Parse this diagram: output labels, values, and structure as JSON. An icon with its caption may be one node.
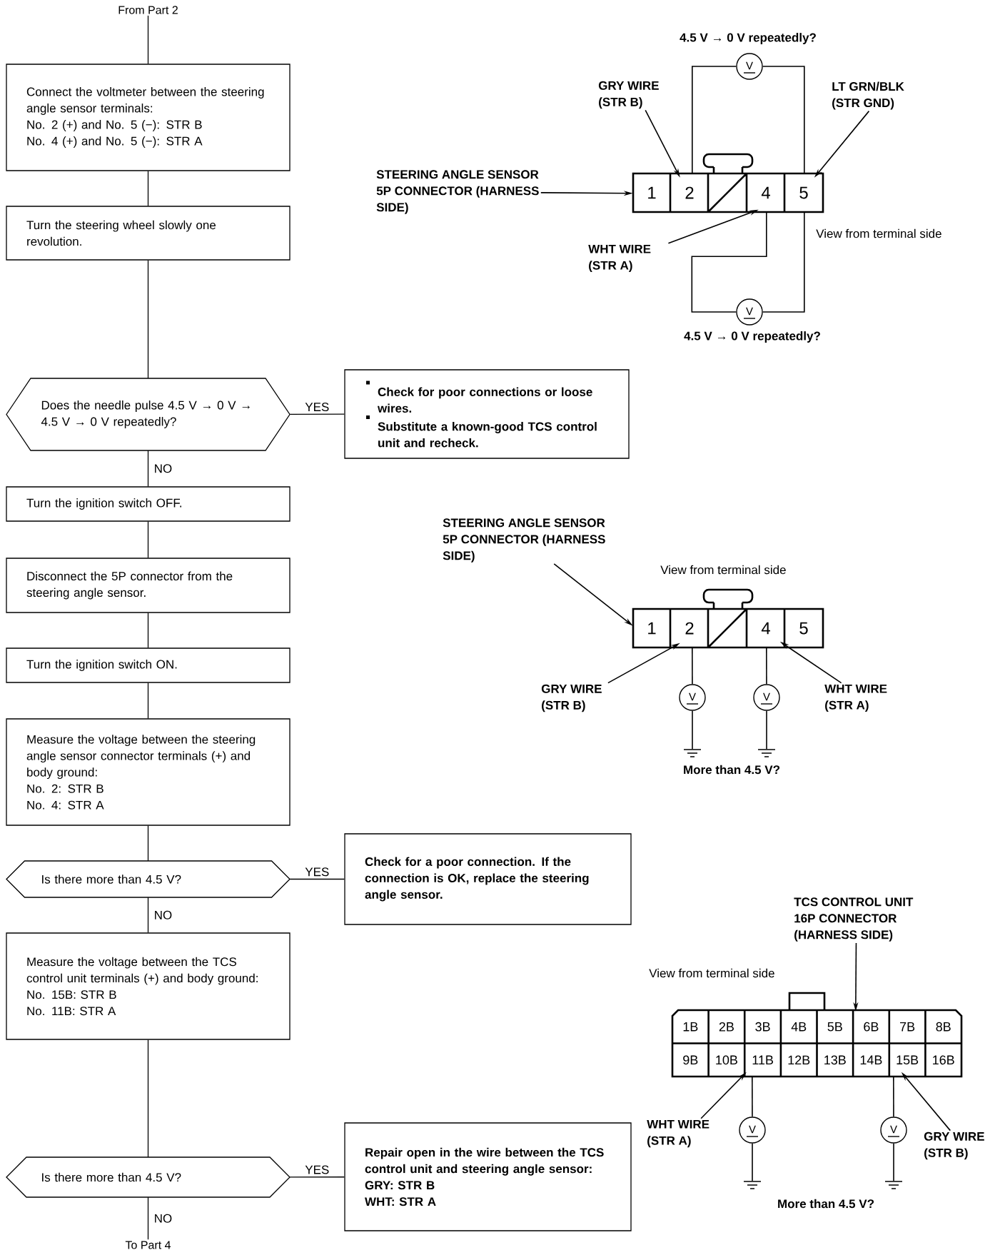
{
  "diagram": {
    "nodes": [
      {
        "text": [
          "From Part 2"
        ]
      },
      {
        "text": [
          "Connect the voltmeter between the steering angle sensor terminals:",
          "No. 2 (+) and No. 5 (−): STR B",
          "No. 4 (+) and No. 5 (−): STR A"
        ]
      },
      {
        "text": [
          "Turn the steering wheel slowly one revolution."
        ]
      },
      {
        "text": [
          "Does the needle pulse 4.5 V → 0 V → 4.5 V → 0 V repeatedly?"
        ]
      },
      {
        "text": [
          "Check for poor connections or loose wires.",
          "Substitute a known-good TCS control unit and recheck."
        ]
      },
      {
        "text": [
          "Turn the ignition switch OFF."
        ]
      },
      {
        "text": [
          "Disconnect the 5P connector from the steering angle sensor."
        ]
      },
      {
        "text": [
          "Turn the ignition switch ON."
        ]
      },
      {
        "text": [
          "Measure the voltage between the steering angle sensor connector terminals (+) and body ground:",
          "No. 2: STR B",
          "No. 4: STR A"
        ]
      },
      {
        "text": [
          "Is there more than 4.5 V?"
        ]
      },
      {
        "text": [
          "Check for a poor connection. If the connection is OK, replace the steering angle sensor."
        ]
      },
      {
        "text": [
          "Measure the voltage between the TCS control unit terminals (+) and body ground:",
          "No. 15B: STR B",
          "No. 11B: STR A"
        ]
      },
      {
        "text": [
          "Is there more than 4.5 V?"
        ]
      },
      {
        "text": [
          "Repair open in the wire between the TCS control unit and steering angle sensor:",
          "GRY: STR B",
          "WHT: STR A"
        ]
      },
      {
        "text": [
          "To Part 4"
        ]
      },
      {
        "text": [
          "GRY WIRE (STR B)"
        ]
      },
      {
        "text": [
          "LT GRN/BLK (STR GND)"
        ]
      },
      {
        "text": [
          "STEERING ANGLE SENSOR 5P CONNECTOR (HARNESS SIDE)"
        ]
      },
      {
        "text": [
          "WHT WIRE (STR A)"
        ]
      },
      {
        "text": [
          "STEERING ANGLE SENSOR 5P CONNECTOR (HARNESS SIDE)"
        ]
      },
      {
        "text": [
          "GRY WIRE (STR B)"
        ]
      },
      {
        "text": [
          "WHT WIRE (STR A)"
        ]
      },
      {
        "text": [
          "TCS CONTROL UNIT 16P CONNECTOR (HARNESS SIDE)"
        ]
      },
      {
        "text": [
          "WHT WIRE (STR A)"
        ]
      },
      {
        "text": [
          "GRY WIRE (STR B)"
        ]
      },
      {
        "text": [
          "1",
          "2",
          "4",
          "5"
        ]
      },
      {
        "text": [
          "V"
        ]
      },
      {
        "text": [
          "V"
        ]
      },
      {
        "text": [
          "1",
          "2",
          "4",
          "5"
        ]
      },
      {
        "text": [
          "V"
        ]
      },
      {
        "text": [
          "V"
        ]
      },
      {
        "text": [],
        "shape": "ground"
      },
      {
        "text": [],
        "shape": "ground"
      },
      {
        "text": [
          "1B",
          "2B",
          "3B",
          "4B",
          "5B",
          "6B",
          "7B",
          "8B",
          "9B",
          "10B",
          "11B",
          "12B",
          "13B",
          "14B",
          "15B",
          "16B"
        ]
      },
      {
        "text": [
          "V"
        ]
      },
      {
        "text": [
          "V"
        ]
      },
      {
        "text": [],
        "shape": "ground"
      },
      {
        "text": [],
        "shape": "ground"
      }
    ],
    "edges": [
      {
        "from": 0,
        "to": 1,
        "arrow": "none"
      },
      {
        "from": 1,
        "to": 2,
        "arrow": "none"
      },
      {
        "from": 2,
        "to": 3,
        "arrow": "none"
      },
      {
        "from": 3,
        "to": 4,
        "arrow": "none",
        "label": "YES"
      },
      {
        "from": 3,
        "to": 5,
        "arrow": "none",
        "label": "NO"
      },
      {
        "from": 5,
        "to": 6,
        "arrow": "none"
      },
      {
        "from": 6,
        "to": 7,
        "arrow": "none"
      },
      {
        "from": 7,
        "to": 8,
        "arrow": "none"
      },
      {
        "from": 8,
        "to": 9,
        "arrow": "none"
      },
      {
        "from": 9,
        "to": 10,
        "arrow": "none",
        "label": "YES"
      },
      {
        "from": 9,
        "to": 11,
        "arrow": "none",
        "label": "NO"
      },
      {
        "from": 11,
        "to": 12,
        "arrow": "none"
      },
      {
        "from": 12,
        "to": 13,
        "arrow": "none",
        "label": "YES"
      },
      {
        "from": 12,
        "to": 14,
        "arrow": "none",
        "label": "NO"
      },
      {
        "from": 15,
        "to": 25,
        "arrow": "to"
      },
      {
        "from": 16,
        "to": 25,
        "arrow": "to"
      },
      {
        "from": 17,
        "to": 25,
        "arrow": "to"
      },
      {
        "from": 18,
        "to": 25,
        "arrow": "to"
      },
      {
        "from": 19,
        "to": 28,
        "arrow": "to"
      },
      {
        "from": 20,
        "to": 28,
        "arrow": "to"
      },
      {
        "from": 21,
        "to": 28,
        "arrow": "to"
      },
      {
        "from": 22,
        "to": 33,
        "arrow": "to"
      },
      {
        "from": 23,
        "to": 33,
        "arrow": "to"
      },
      {
        "from": 24,
        "to": 33,
        "arrow": "to"
      },
      {
        "from": 25,
        "to": 26,
        "arrow": "none"
      },
      {
        "from": 26,
        "to": 25,
        "arrow": "none"
      },
      {
        "from": 25,
        "to": 27,
        "arrow": "none"
      },
      {
        "from": 27,
        "to": 25,
        "arrow": "none"
      },
      {
        "from": 28,
        "to": 29,
        "arrow": "none"
      },
      {
        "from": 29,
        "to": 31,
        "arrow": "none"
      },
      {
        "from": 28,
        "to": 30,
        "arrow": "none"
      },
      {
        "from": 30,
        "to": 32,
        "arrow": "none"
      },
      {
        "from": 33,
        "to": 34,
        "arrow": "none"
      },
      {
        "from": 34,
        "to": 36,
        "arrow": "none"
      },
      {
        "from": 33,
        "to": 35,
        "arrow": "none"
      },
      {
        "from": 35,
        "to": 37,
        "arrow": "none"
      }
    ],
    "labels": [
      "4.5 V → 0 V repeatedly?",
      "View from terminal side",
      "4.5 V → 0 V repeatedly?",
      "View from terminal side",
      "More than 4.5 V?",
      "View from terminal side",
      "More than 4.5 V?"
    ]
  }
}
